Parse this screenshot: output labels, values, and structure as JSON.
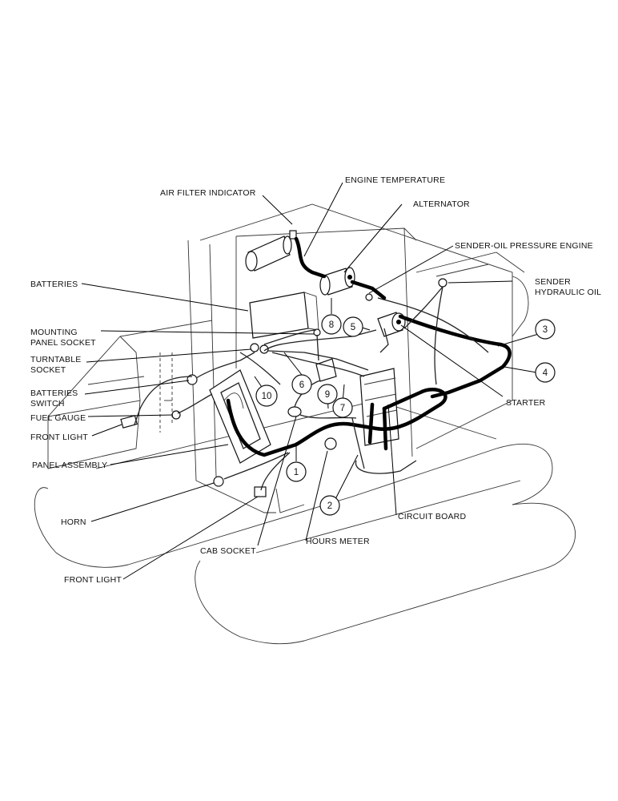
{
  "labels": {
    "air_filter_indicator": "AIR FILTER INDICATOR",
    "engine_temperature": "ENGINE TEMPERATURE",
    "alternator": "ALTERNATOR",
    "sender_oil_pressure_engine": "SENDER-OIL PRESSURE ENGINE",
    "sender_line1": "SENDER",
    "sender_line2": "HYDRAULIC OIL",
    "batteries": "BATTERIES",
    "mounting_line1": "MOUNTING",
    "mounting_line2": "PANEL SOCKET",
    "turntable_line1": "TURNTABLE",
    "turntable_line2": "SOCKET",
    "batteries_switch_line1": "BATTERIES",
    "batteries_switch_line2": "SWITCH",
    "fuel_gauge": "FUEL GAUGE",
    "front_light_left": "FRONT LIGHT",
    "panel_assembly": "PANEL ASSEMBLY",
    "horn": "HORN",
    "cab_socket": "CAB SOCKET",
    "front_light_bottom": "FRONT LIGHT",
    "hours_meter": "HOURS METER",
    "circuit_board": "CIRCUIT BOARD",
    "starter": "STARTER"
  },
  "callouts": [
    "1",
    "2",
    "3",
    "4",
    "5",
    "6",
    "7",
    "8",
    "9",
    "10"
  ]
}
